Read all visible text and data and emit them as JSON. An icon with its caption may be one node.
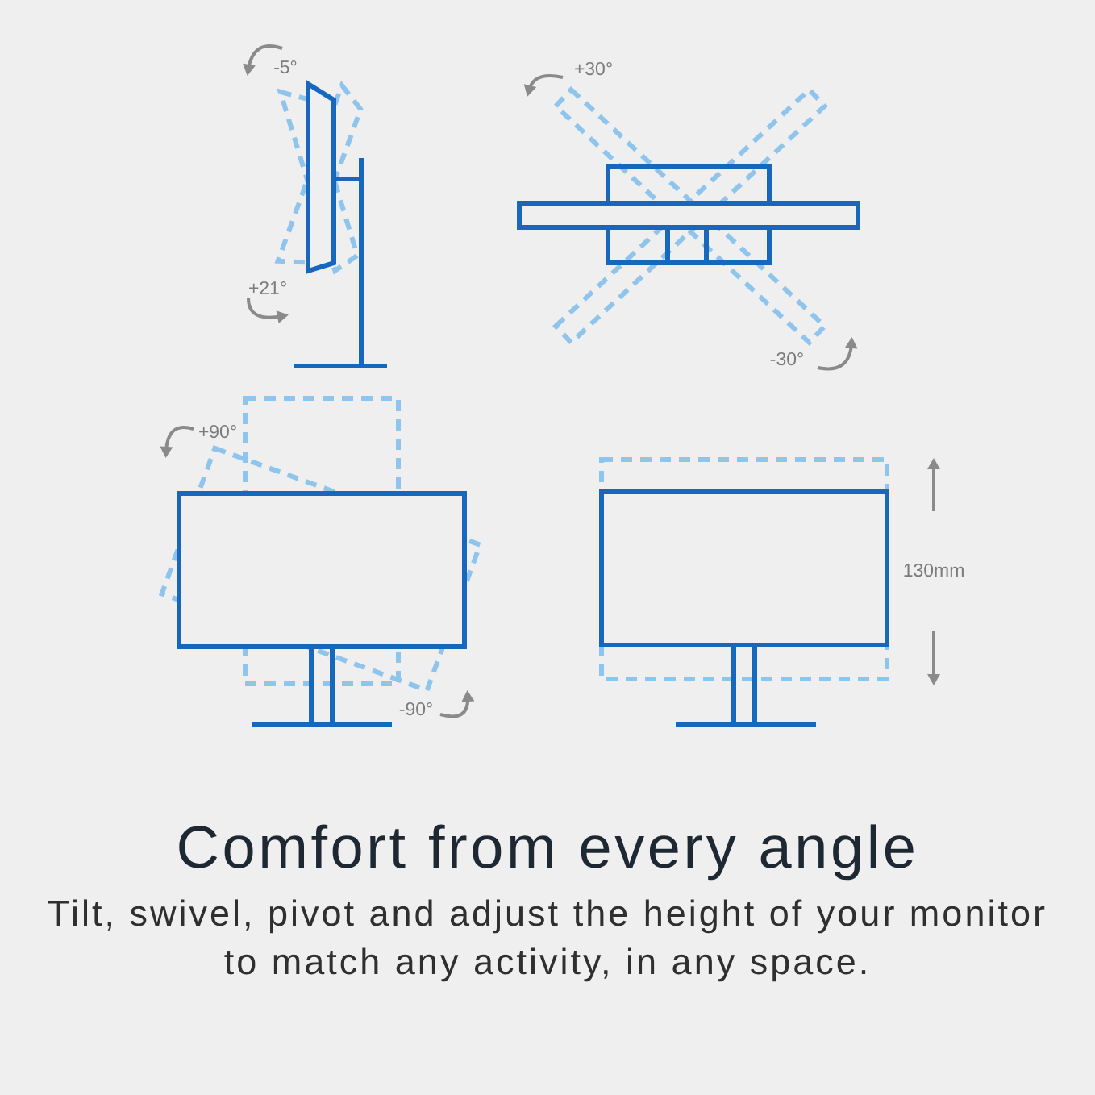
{
  "diagram": {
    "title": "Comfort from every angle",
    "caption": "Tilt, swivel, pivot and adjust the height of your monitor to match any activity, in any space.",
    "labels": [
      "-5°",
      "+21°",
      "+30°",
      "-30°",
      "+90°",
      "-90°",
      "130mm"
    ]
  }
}
